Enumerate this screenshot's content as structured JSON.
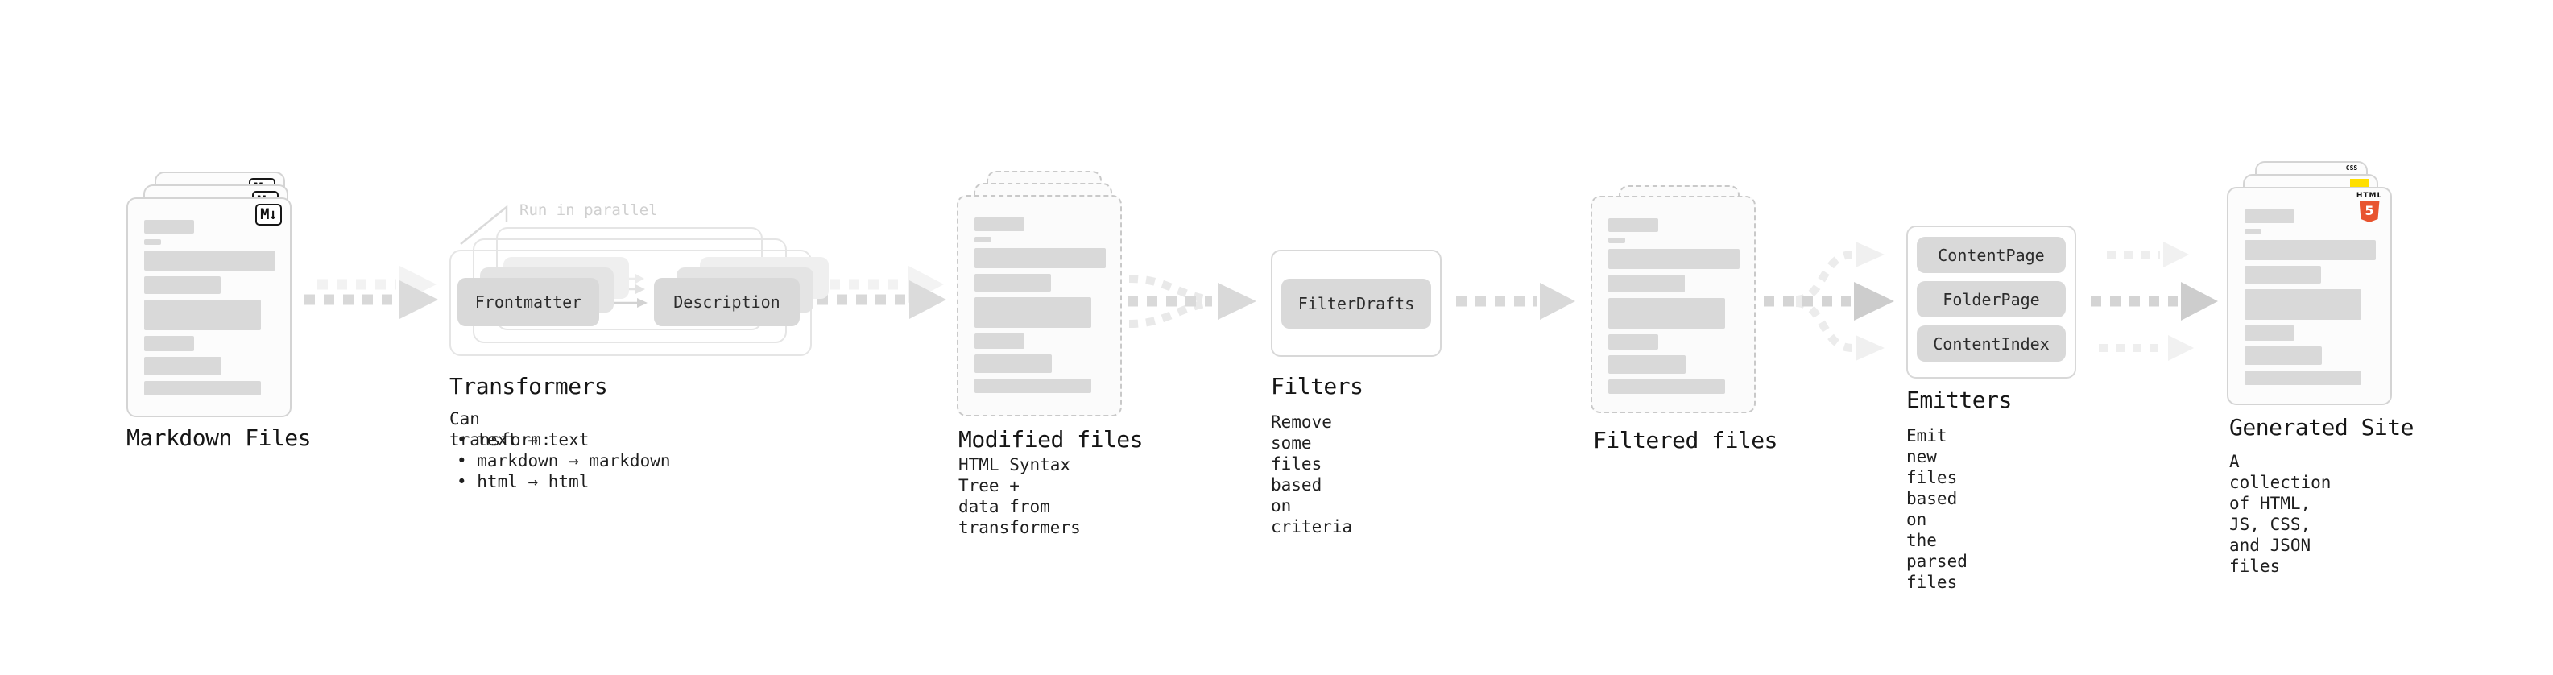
{
  "diagram": {
    "description_colors": {
      "accent_html5_orange": "#e8542f",
      "accent_js_yellow": "#ffdf00",
      "accent_css_blue": "#2f6df6",
      "bar_gray": "#d9d9d9",
      "arrow_gray": "#d6d6d6",
      "arrow_light": "#efefef",
      "note_gray": "#cfcfcf"
    },
    "stages": {
      "markdown": {
        "title": "Markdown Files",
        "badge": "M↓"
      },
      "transformers": {
        "title": "Transformers",
        "note": "Run in parallel",
        "pills": [
          "Frontmatter",
          "Description"
        ],
        "desc_heading": "Can transform:",
        "bullets": [
          "• text → text",
          "• markdown → markdown",
          "• html → html"
        ]
      },
      "modified": {
        "title": "Modified files",
        "subtitle": "HTML Syntax Tree +\ndata from transformers"
      },
      "filters": {
        "title": "Filters",
        "pill": "FilterDrafts",
        "subtitle": "Remove some files based\non criteria"
      },
      "filtered": {
        "title": "Filtered files"
      },
      "emitters": {
        "title": "Emitters",
        "pills": [
          "ContentPage",
          "FolderPage",
          "ContentIndex"
        ],
        "subtitle": "Emit new files based on\nthe parsed files"
      },
      "generated": {
        "title": "Generated Site",
        "subtitle": "A collection of HTML,\nJS, CSS, and JSON files",
        "css_label": "CSS",
        "html5_label": "HTML",
        "html5_number": "5"
      }
    }
  }
}
